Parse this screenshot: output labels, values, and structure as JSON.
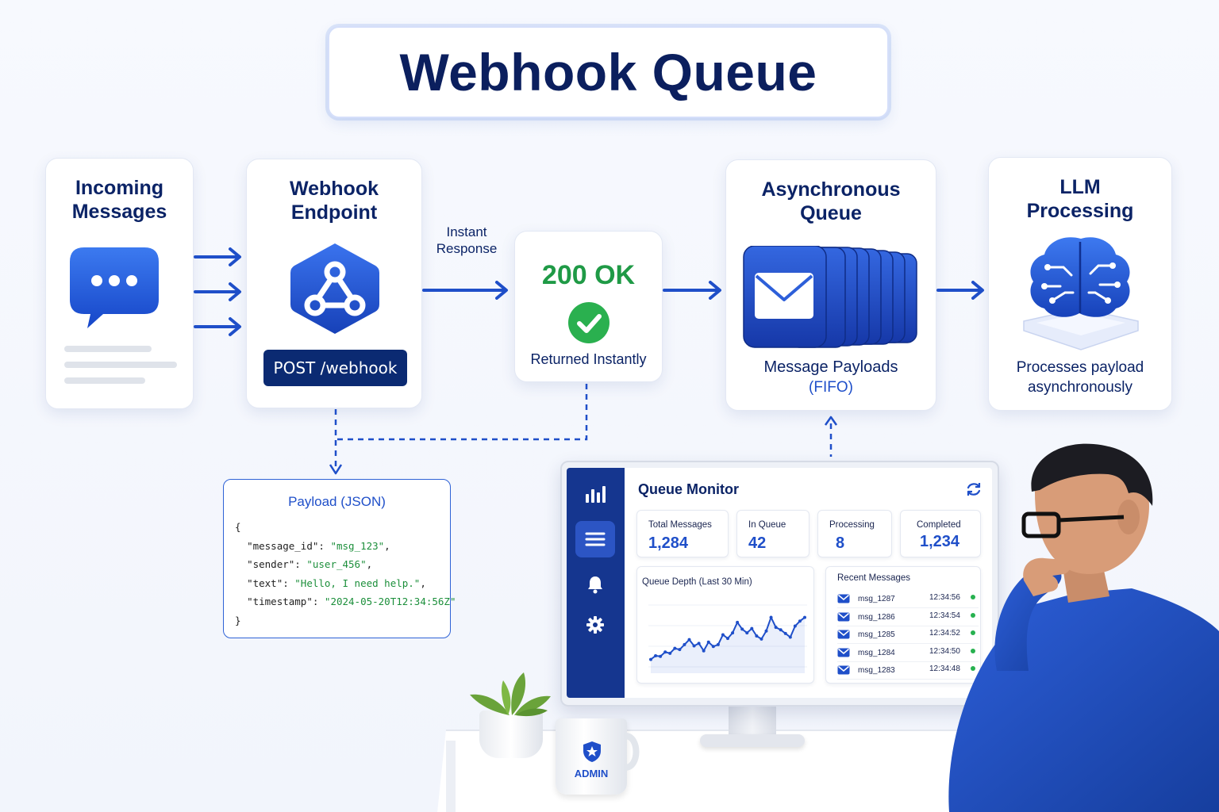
{
  "title": "Webhook Queue",
  "nodes": {
    "incoming": {
      "title_line1": "Incoming",
      "title_line2": "Messages"
    },
    "endpoint": {
      "title_line1": "Webhook",
      "title_line2": "Endpoint",
      "route": "POST  /webhook"
    },
    "response": {
      "edge_label_line1": "Instant",
      "edge_label_line2": "Response",
      "status": "200 OK",
      "caption": "Returned Instantly"
    },
    "queue": {
      "title_line1": "Asynchronous",
      "title_line2": "Queue",
      "caption": "Message Payloads",
      "order": "(FIFO)"
    },
    "llm": {
      "title_line1": "LLM",
      "title_line2": "Processing",
      "caption_line1": "Processes payload",
      "caption_line2": "asynchronously"
    }
  },
  "payload": {
    "title": "Payload (JSON)",
    "open": "{",
    "close": "}",
    "fields": [
      {
        "key": "\"message_id\"",
        "value": "\"msg_123\"",
        "sep": ","
      },
      {
        "key": "\"sender\"",
        "value": "\"user_456\"",
        "sep": ","
      },
      {
        "key": "\"text\"",
        "value": "\"Hello, I need help.\"",
        "sep": ","
      },
      {
        "key": "\"timestamp\"",
        "value": "\"2024-05-20T12:34:56Z\"",
        "sep": ""
      }
    ]
  },
  "monitor": {
    "title": "Queue Monitor",
    "stats": [
      {
        "label": "Total Messages",
        "value": "1,284"
      },
      {
        "label": "In Queue",
        "value": "42"
      },
      {
        "label": "Processing",
        "value": "8"
      },
      {
        "label": "Completed",
        "value": "1,234"
      }
    ],
    "chart_title": "Queue Depth (Last 30 Min)",
    "recent_title": "Recent Messages",
    "recent": [
      {
        "id": "msg_1287",
        "time": "12:34:56"
      },
      {
        "id": "msg_1286",
        "time": "12:34:54"
      },
      {
        "id": "msg_1285",
        "time": "12:34:52"
      },
      {
        "id": "msg_1284",
        "time": "12:34:50"
      },
      {
        "id": "msg_1283",
        "time": "12:34:48"
      }
    ],
    "sparkline": [
      12,
      18,
      17,
      24,
      22,
      30,
      28,
      36,
      44,
      34,
      38,
      26,
      40,
      33,
      36,
      52,
      46,
      55,
      72,
      61,
      55,
      62,
      50,
      45,
      58,
      80,
      64,
      60,
      54,
      48,
      66,
      74,
      80
    ]
  },
  "mug_label": "ADMIN",
  "colors": {
    "accent": "#1f4fc9",
    "navy": "#0b2366",
    "success": "#1f9a46"
  }
}
